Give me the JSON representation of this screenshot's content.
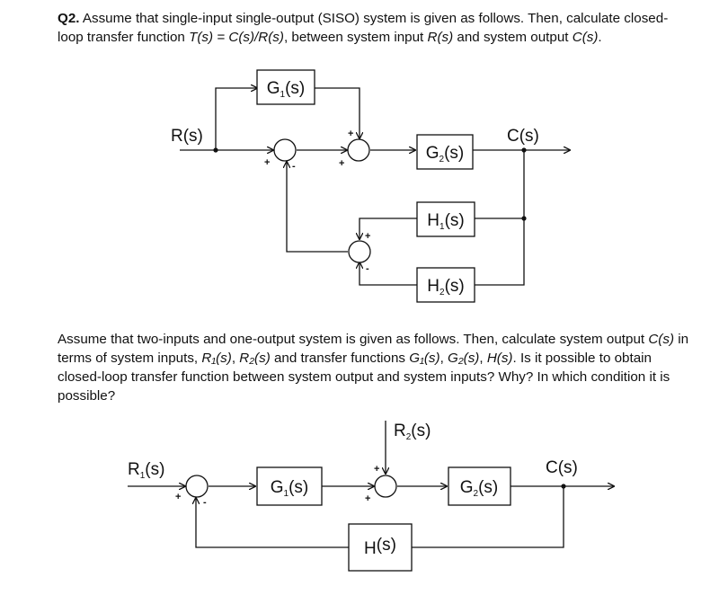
{
  "question": {
    "number": "Q2.",
    "intro_part1": " Assume that single-input single-output (SISO) system is given as follows. Then, calculate closed-loop transfer function ",
    "tf_expr": "T(s) = C(s)/R(s)",
    "intro_part2": ", between system input ",
    "input_sym": "R(s)",
    "intro_part3": " and system output ",
    "output_sym": "C(s)",
    "intro_end": "."
  },
  "diagram1": {
    "input": "R(s)",
    "output": "C(s)",
    "blocks": {
      "g1": {
        "base": "G",
        "sub": "1",
        "tail": "(s)"
      },
      "g2": {
        "base": "G",
        "sub": "2",
        "tail": "(s)"
      },
      "h1": {
        "base": "H",
        "sub": "1",
        "tail": "(s)"
      },
      "h2": {
        "base": "H",
        "sub": "2",
        "tail": "(s)"
      }
    },
    "signs": {
      "s1_left": "+",
      "s1_bottom": "-",
      "s2_top": "+",
      "s2_left": "+",
      "s3_top": "+",
      "s3_bottom": "-"
    }
  },
  "part2": {
    "text_a": "Assume that two-inputs and one-output system is given as follows. Then, calculate system output ",
    "c_sym": "C(s)",
    "text_b": " in terms of system inputs, ",
    "r1_sym": "R₁(s)",
    "comma1": ", ",
    "r2_sym": "R₂(s)",
    "text_c": " and transfer functions ",
    "g1_sym": "G₁(s)",
    "comma2": ", ",
    "g2_sym": "G₂(s)",
    "comma3": ", ",
    "h_sym": "H(s)",
    "text_d": ". Is it possible to obtain closed-loop transfer function between system output and system inputs? Why? In which condition it is possible?"
  },
  "diagram2": {
    "input1": {
      "base": "R",
      "sub": "1",
      "tail": "(s)"
    },
    "input2": {
      "base": "R",
      "sub": "2",
      "tail": "(s)"
    },
    "output": "C(s)",
    "blocks": {
      "g1": {
        "base": "G",
        "sub": "1",
        "tail": "(s)"
      },
      "g2": {
        "base": "G",
        "sub": "2",
        "tail": "(s)"
      },
      "h": {
        "base": "H",
        "sub": "",
        "tail": "(s)"
      }
    },
    "signs": {
      "s1_left": "+",
      "s1_bottom": "-",
      "s2_top": "+",
      "s2_left": "+"
    }
  }
}
